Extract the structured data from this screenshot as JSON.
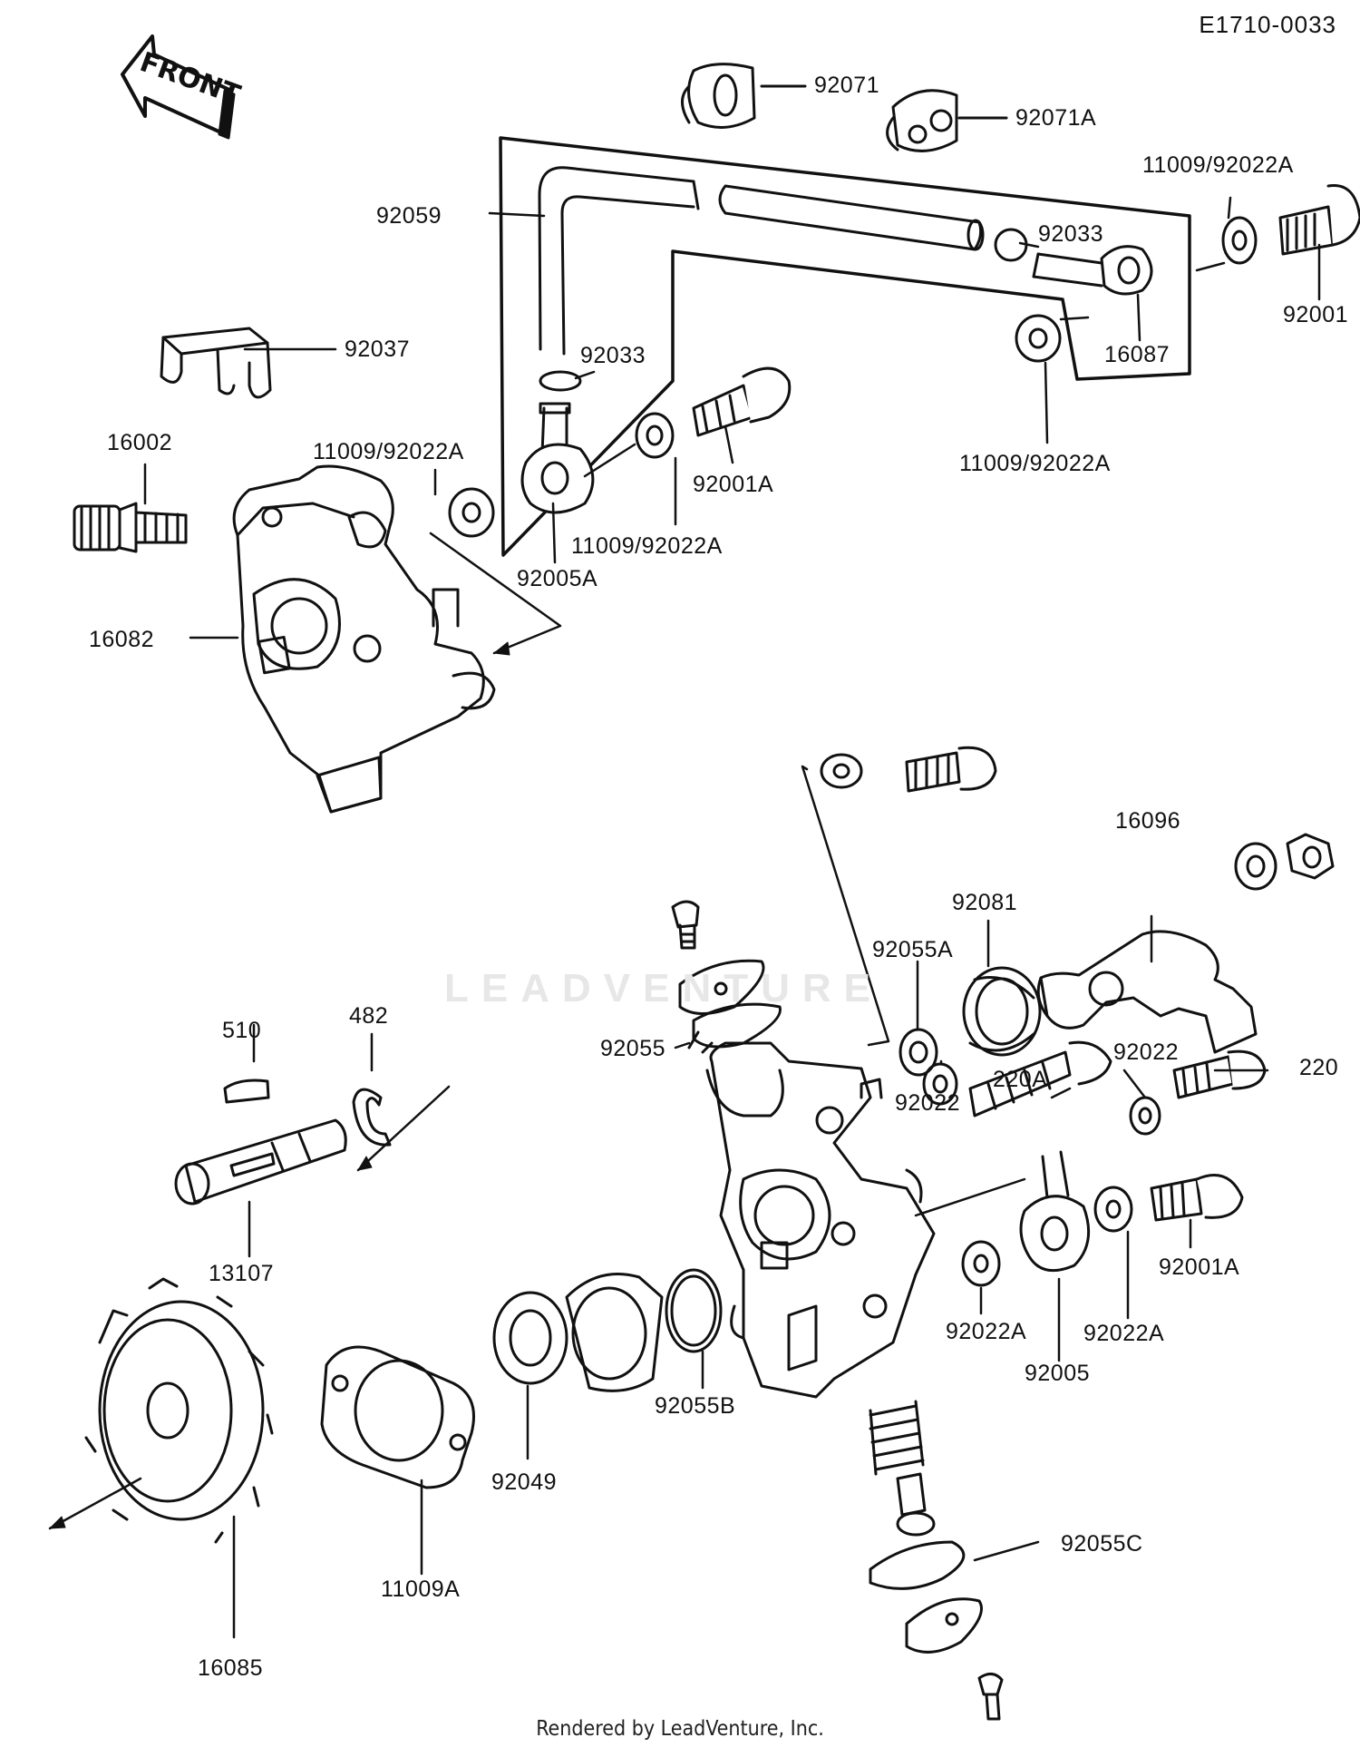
{
  "diagram_code": "E1710-0033",
  "front_label": "FRONT",
  "watermark": "LEADVENTURE",
  "footer": "Rendered by LeadVenture, Inc.",
  "labels": [
    "92071",
    "92071A",
    "11009/92022A",
    "92059",
    "92033",
    "92001",
    "92037",
    "92033",
    "16087",
    "16002",
    "11009/92022A",
    "92001A",
    "11009/92022A",
    "16082",
    "11009/92022A",
    "92005A",
    "16096",
    "92081",
    "92055A",
    "510",
    "482",
    "92055",
    "92022",
    "220",
    "220A",
    "92022",
    "13107",
    "92001A",
    "92022A",
    "92022A",
    "92005",
    "92049",
    "92055B",
    "11009A",
    "92055C",
    "16085"
  ]
}
